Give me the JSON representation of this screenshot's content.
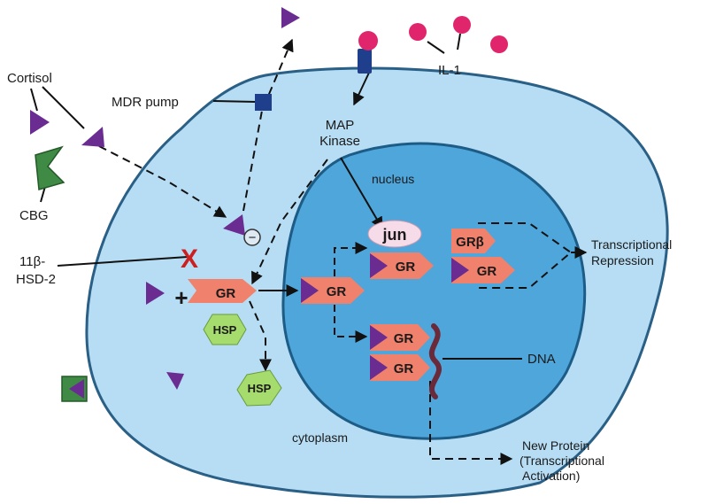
{
  "labels": {
    "cortisol": "Cortisol",
    "cbg": "CBG",
    "mdr_pump": "MDR pump",
    "il1": "IL-1",
    "map_kinase_line1": "MAP",
    "map_kinase_line2": "Kinase",
    "nucleus": "nucleus",
    "hsd_line1": "11β-",
    "hsd_line2": "HSD-2",
    "cytoplasm": "cytoplasm",
    "jun": "jun",
    "gr": "GR",
    "gr_beta": "GRβ",
    "hsp": "HSP",
    "dna": "DNA",
    "repression_line1": "Transcriptional",
    "repression_line2": "Repression",
    "activation_line1": "New Protein",
    "activation_line2": "(Transcriptional",
    "activation_line3": "Activation)",
    "plus": "+",
    "minus": "−",
    "x_mark": "X"
  },
  "colors": {
    "cell_fill": "#b7ddf4",
    "cell_stroke": "#2a5f86",
    "nucleus_fill": "#4fa6da",
    "nucleus_stroke": "#1d5c86",
    "cortisol": "#6a2c91",
    "gr_receptor": "#f0816d",
    "hsp": "#a6db6e",
    "cbg": "#3f8a45",
    "il1": "#e0256d",
    "mdr_pump": "#1f3f8c",
    "jun": "#f6dbe8",
    "dna": "#6b2a3a",
    "x_mark": "#cc2020"
  }
}
